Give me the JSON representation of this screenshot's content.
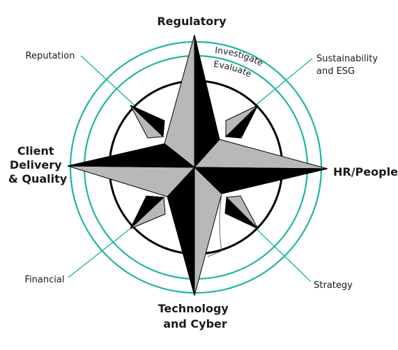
{
  "directions": {
    "north": {
      "lines": [
        "Regulatory"
      ]
    },
    "east": {
      "lines": [
        "HR/People"
      ]
    },
    "south": {
      "lines": [
        "Technology",
        "and Cyber"
      ]
    },
    "west": {
      "lines": [
        "Client",
        "Delivery",
        "& Quality"
      ]
    }
  },
  "corners": {
    "northwest": {
      "lines": [
        "Reputation"
      ]
    },
    "northeast": {
      "lines": [
        "Sustainability",
        "and ESG"
      ]
    },
    "southwest": {
      "lines": [
        "Financial"
      ]
    },
    "southeast": {
      "lines": [
        "Strategy"
      ]
    }
  },
  "rings": {
    "outer_label": "Investigate",
    "inner_label": "Evaluate"
  },
  "colors": {
    "ring_accent": "#1fb5a0",
    "star_dark": "#000000",
    "star_light": "#b8b8b8",
    "inner_circle": "#000000",
    "text": "#1a1a1a"
  }
}
